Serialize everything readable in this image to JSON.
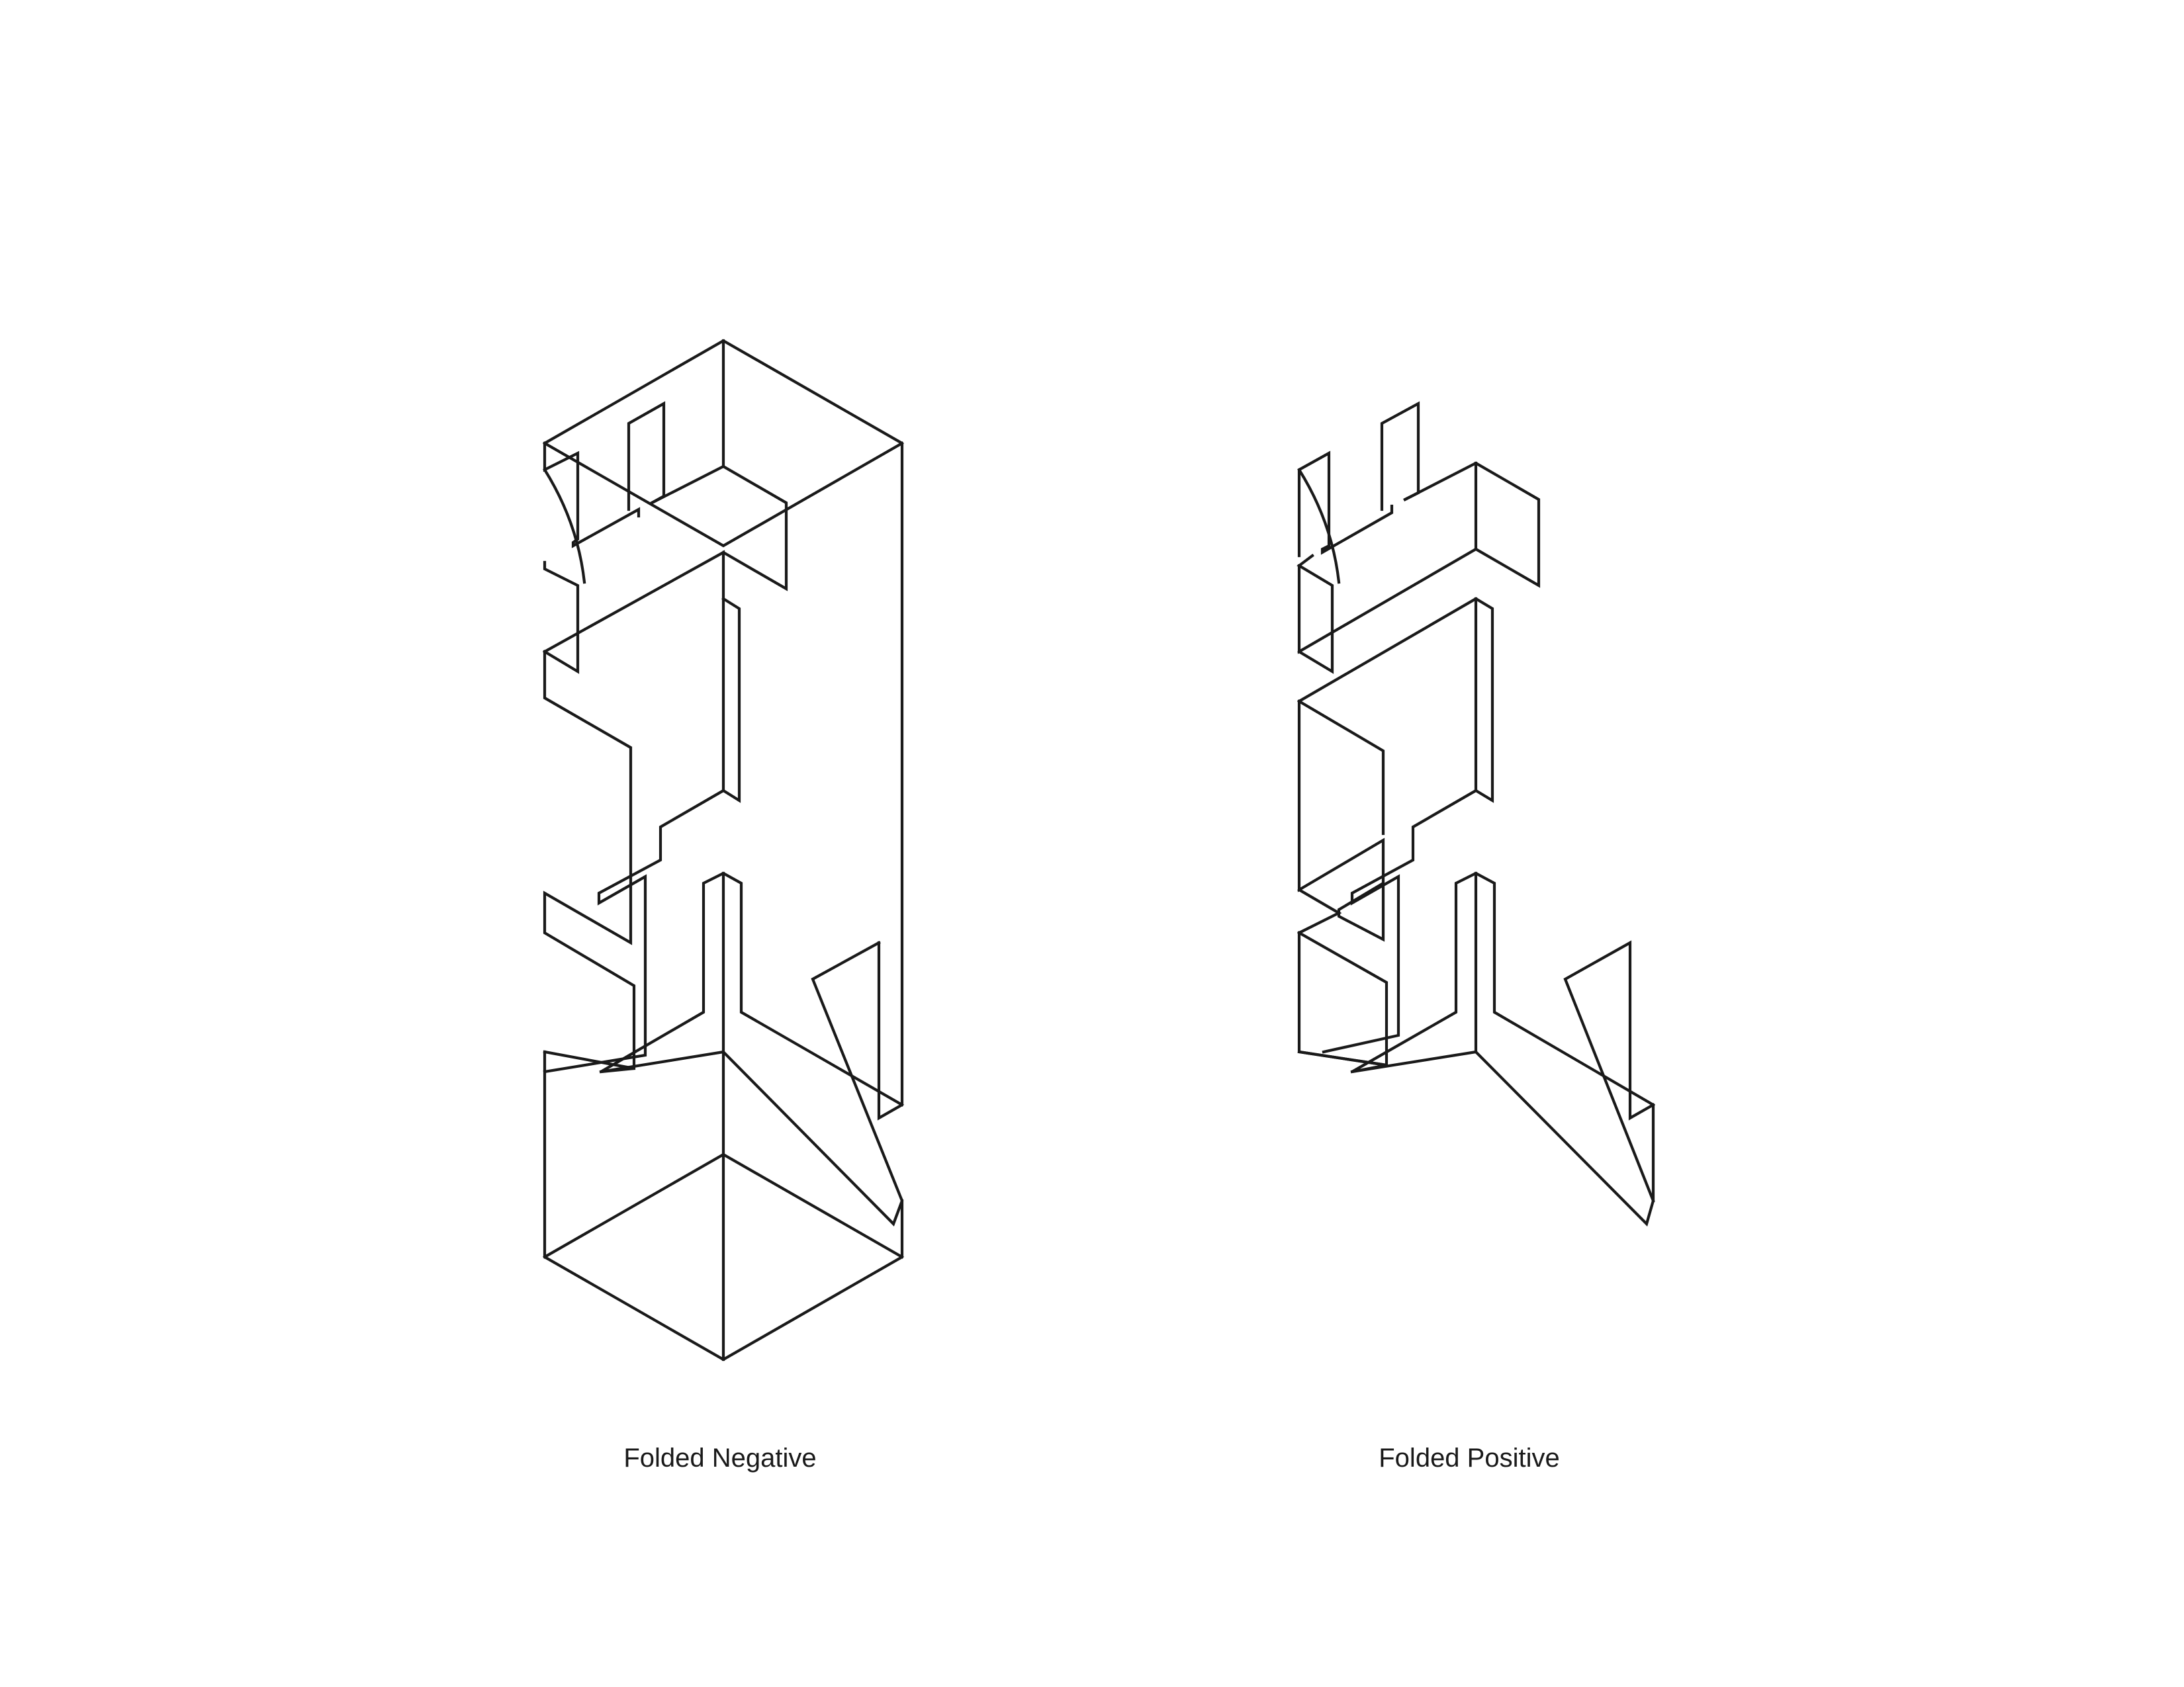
{
  "colors": {
    "background": "#ffffff",
    "line": "#1a1a1a",
    "caption_text": "#1a1a1a"
  },
  "figures": [
    {
      "id": "folded-negative",
      "caption": "Folded Negative"
    },
    {
      "id": "folded-positive",
      "caption": "Folded Positive"
    }
  ]
}
